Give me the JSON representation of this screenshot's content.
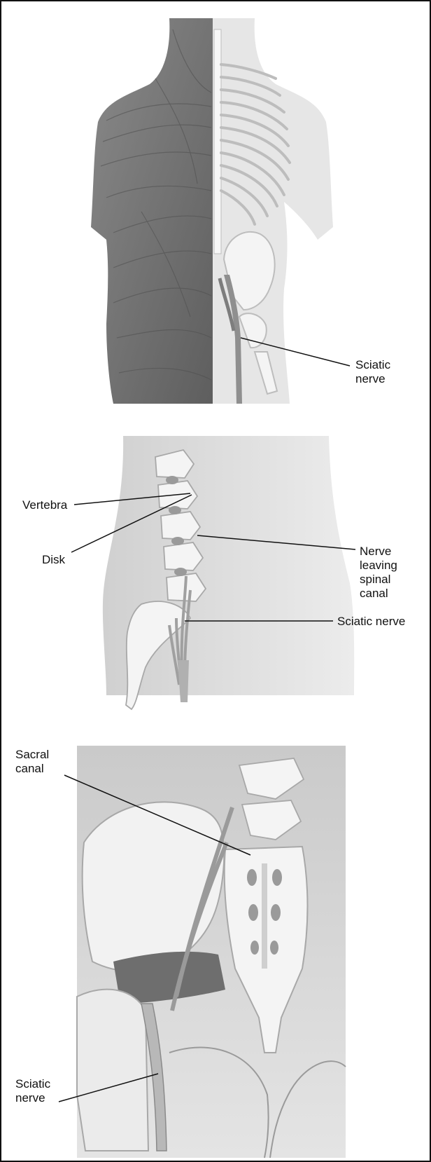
{
  "figure": {
    "panels": [
      {
        "view": "posterior view of back",
        "labels": [
          {
            "lines": [
              "Sciatic",
              "nerve"
            ]
          }
        ]
      },
      {
        "view": "lateral view of lumbar spine",
        "labels": [
          {
            "lines": [
              "Vertebra"
            ]
          },
          {
            "lines": [
              "Disk"
            ]
          },
          {
            "lines": [
              "Nerve",
              "leaving",
              "spinal",
              "canal"
            ]
          },
          {
            "lines": [
              "Sciatic nerve"
            ]
          }
        ]
      },
      {
        "view": "posterior view of pelvis and sacrum",
        "labels": [
          {
            "lines": [
              "Sacral",
              "canal"
            ]
          },
          {
            "lines": [
              "Sciatic",
              "nerve"
            ]
          }
        ]
      }
    ]
  },
  "colors": {
    "frame": "#111111",
    "muscle": "#7a7a7a",
    "skin": "#dedede",
    "bone": "#f2f2f2",
    "nerve": "#9a9a9a",
    "background_panel": "#cfcfcf"
  }
}
